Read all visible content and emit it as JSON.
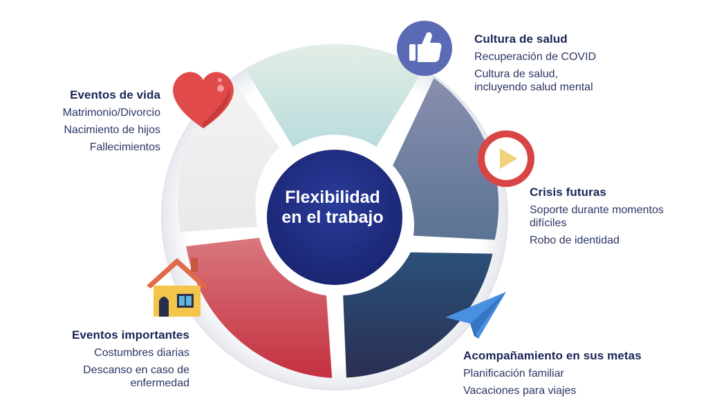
{
  "center": {
    "title": "Flexibilidad\nen el trabajo"
  },
  "segments": [
    {
      "id": "cultura",
      "title": "Cultura de salud",
      "items": [
        "Recuperación de COVID",
        "Cultura de salud,\nincluyendo salud mental"
      ],
      "icon": "thumbs-up-icon",
      "color": "#c9e4e3",
      "icon_color": "#5b6ab4"
    },
    {
      "id": "crisis",
      "title": "Crisis futuras",
      "items": [
        "Soporte durante momentos\ndifíciles",
        "Robo de identidad"
      ],
      "icon": "play-button-icon",
      "color": "#6f7f9f",
      "icon_color": "#d94444"
    },
    {
      "id": "metas",
      "title": "Acompañamiento en sus metas",
      "items": [
        "Planificación familiar",
        "Vacaciones para viajes"
      ],
      "icon": "paper-plane-icon",
      "color": "#243a66",
      "icon_color": "#4a90e2"
    },
    {
      "id": "importantes",
      "title": "Eventos importantes",
      "items": [
        "Costumbres diarias",
        "Descanso en caso de\nenfermedad"
      ],
      "icon": "house-icon",
      "color": "#c9354a",
      "icon_color": "#f3c54a"
    },
    {
      "id": "vida",
      "title": "Eventos de vida",
      "items": [
        "Matrimonio/Divorcio",
        "Nacimiento de hijos",
        "Fallecimientos"
      ],
      "icon": "heart-icon",
      "color": "#eeeeee",
      "icon_color": "#e04a4a"
    }
  ]
}
